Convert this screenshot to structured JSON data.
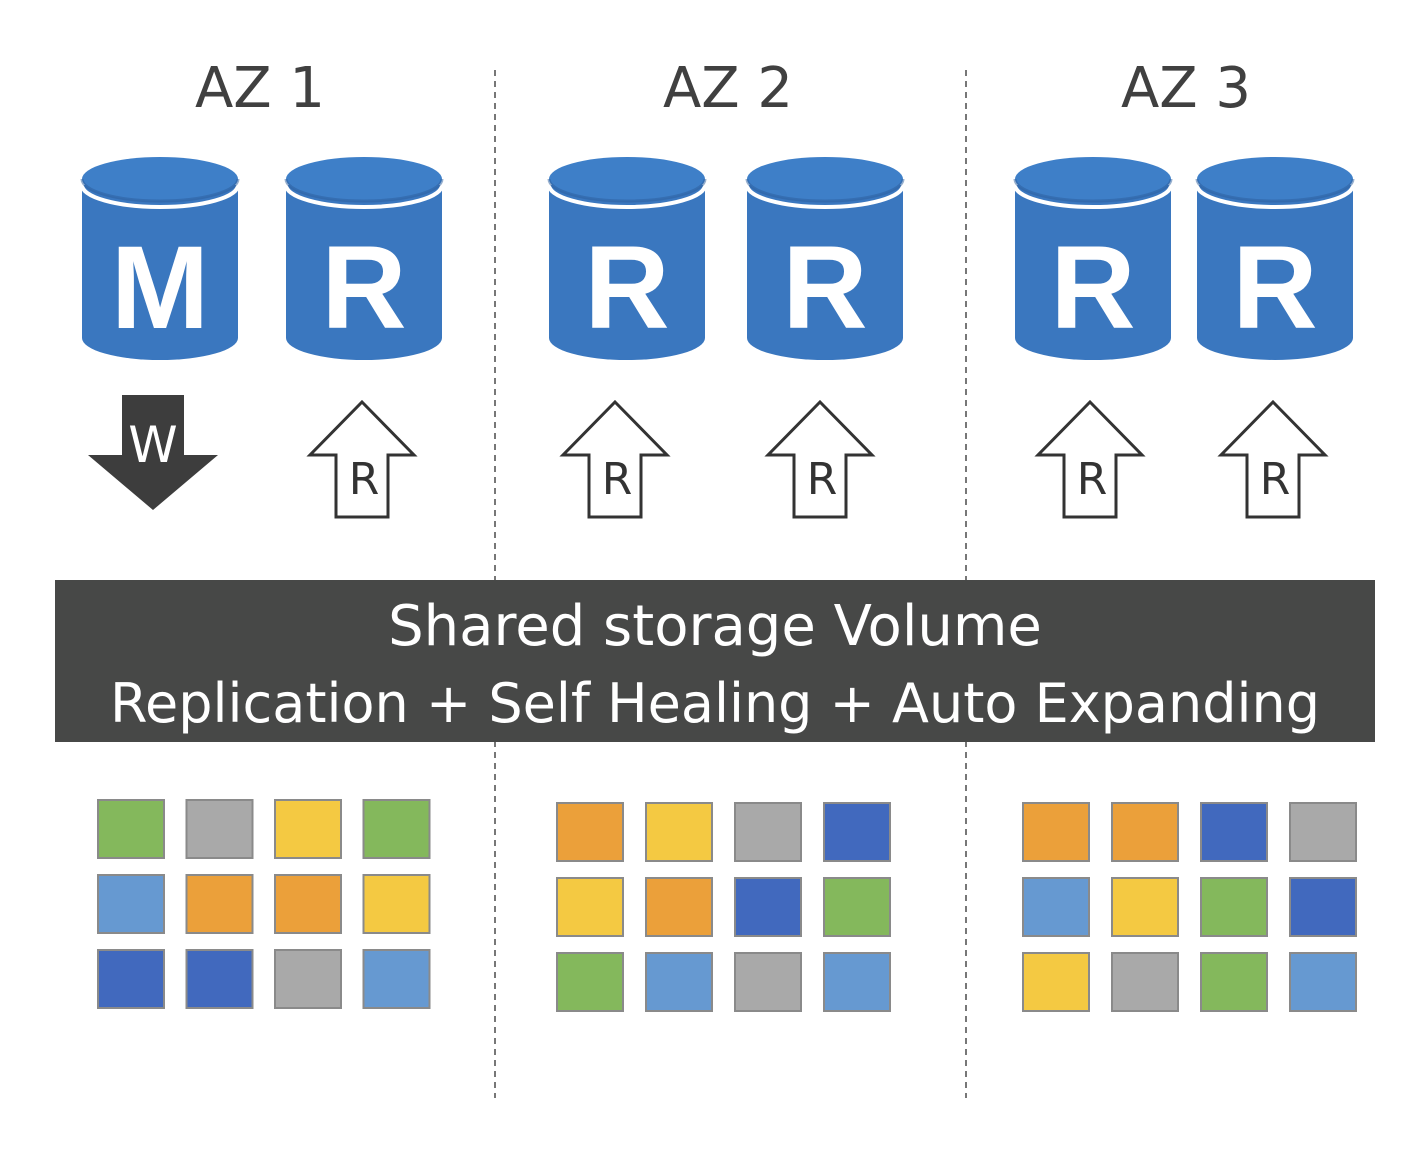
{
  "colors": {
    "db_blue": "#3A77BF",
    "db_blue_dark": "#2B5E9C",
    "db_blue_top": "#3E7FC8",
    "banner_bg": "#474847",
    "banner_text": "#ffffff",
    "write_arrow": "#3d3d3d",
    "divider": "#777777",
    "label": "#404040",
    "blocks": {
      "green": "#84B85C",
      "gray": "#A9A9A9",
      "yellow": "#F4C942",
      "lightblue": "#6699D1",
      "orange": "#EBA03A",
      "darkblue": "#4169BE"
    }
  },
  "zones": [
    {
      "label": "AZ 1",
      "instances": [
        {
          "letter": "M",
          "arrow": "down",
          "arrow_label": "W"
        },
        {
          "letter": "R",
          "arrow": "up",
          "arrow_label": "R"
        }
      ],
      "blocks": [
        [
          "green",
          "gray",
          "yellow",
          "green"
        ],
        [
          "lightblue",
          "orange",
          "orange",
          "yellow"
        ],
        [
          "darkblue",
          "darkblue",
          "gray",
          "lightblue"
        ]
      ]
    },
    {
      "label": "AZ 2",
      "instances": [
        {
          "letter": "R",
          "arrow": "up",
          "arrow_label": "R"
        },
        {
          "letter": "R",
          "arrow": "up",
          "arrow_label": "R"
        }
      ],
      "blocks": [
        [
          "orange",
          "yellow",
          "gray",
          "darkblue"
        ],
        [
          "yellow",
          "orange",
          "darkblue",
          "green"
        ],
        [
          "green",
          "lightblue",
          "gray",
          "lightblue"
        ]
      ]
    },
    {
      "label": "AZ 3",
      "instances": [
        {
          "letter": "R",
          "arrow": "up",
          "arrow_label": "R"
        },
        {
          "letter": "R",
          "arrow": "up",
          "arrow_label": "R"
        }
      ],
      "blocks": [
        [
          "orange",
          "orange",
          "darkblue",
          "gray"
        ],
        [
          "lightblue",
          "yellow",
          "green",
          "darkblue"
        ],
        [
          "yellow",
          "gray",
          "green",
          "lightblue"
        ]
      ]
    }
  ],
  "banner": {
    "line1": "Shared storage Volume",
    "line2": "Replication + Self Healing + Auto Expanding"
  }
}
